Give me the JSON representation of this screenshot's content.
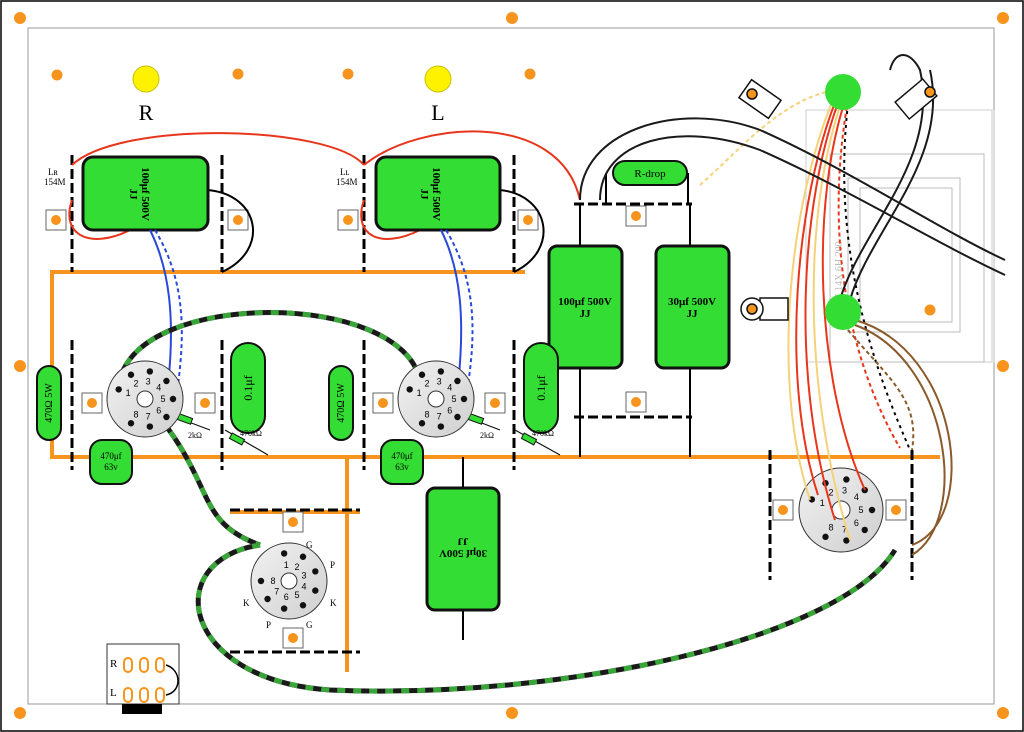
{
  "channels": {
    "right": "R",
    "left": "L"
  },
  "inductors": {
    "right_ref": "Lʀ",
    "left_ref": "Lʟ",
    "model": "154M"
  },
  "caps": {
    "right_top": [
      "100μf 500V",
      "JJ"
    ],
    "left_top": [
      "100μf 500V",
      "JJ"
    ],
    "psu_a": [
      "100μf 500V",
      "JJ"
    ],
    "psu_b": [
      "30μf 500V",
      "JJ"
    ],
    "psu_bottom": [
      "30μf 500V",
      "JJ"
    ],
    "coupling_right": "0.1μf",
    "coupling_left": "0.1μf",
    "cathode_right": [
      "470μf",
      "63v"
    ],
    "cathode_left": [
      "470μf",
      "63v"
    ]
  },
  "resistors": {
    "r_drop": "R-drop",
    "power_right": "470Ω 5W",
    "power_left": "470Ω 5W",
    "grid_right": "2kΩ",
    "grid_left": "2kΩ",
    "leak_right": "470kΩ",
    "leak_left": "470kΩ"
  },
  "transformer_text": "C 14X 6H 200",
  "socket_pins": [
    "1",
    "2",
    "3",
    "4",
    "5",
    "6",
    "7",
    "8"
  ],
  "driver_labels": {
    "g_top": "G",
    "p_right": "P",
    "k_right": "K",
    "g_bottom": "G",
    "p_left": "P",
    "k_left": "K"
  },
  "io_labels": {
    "r": "R",
    "l": "L"
  },
  "colors": {
    "mount": "#f7941d",
    "pcb": "#33dd33",
    "bus": "#f7941d",
    "red": "#e8361c",
    "blue": "#2a49d8",
    "brown": "#8b5a2b",
    "heater_a": "#1a1a1a",
    "heater_b": "#3aa63a",
    "led": "#fff200",
    "cream": "#f5d27a"
  }
}
